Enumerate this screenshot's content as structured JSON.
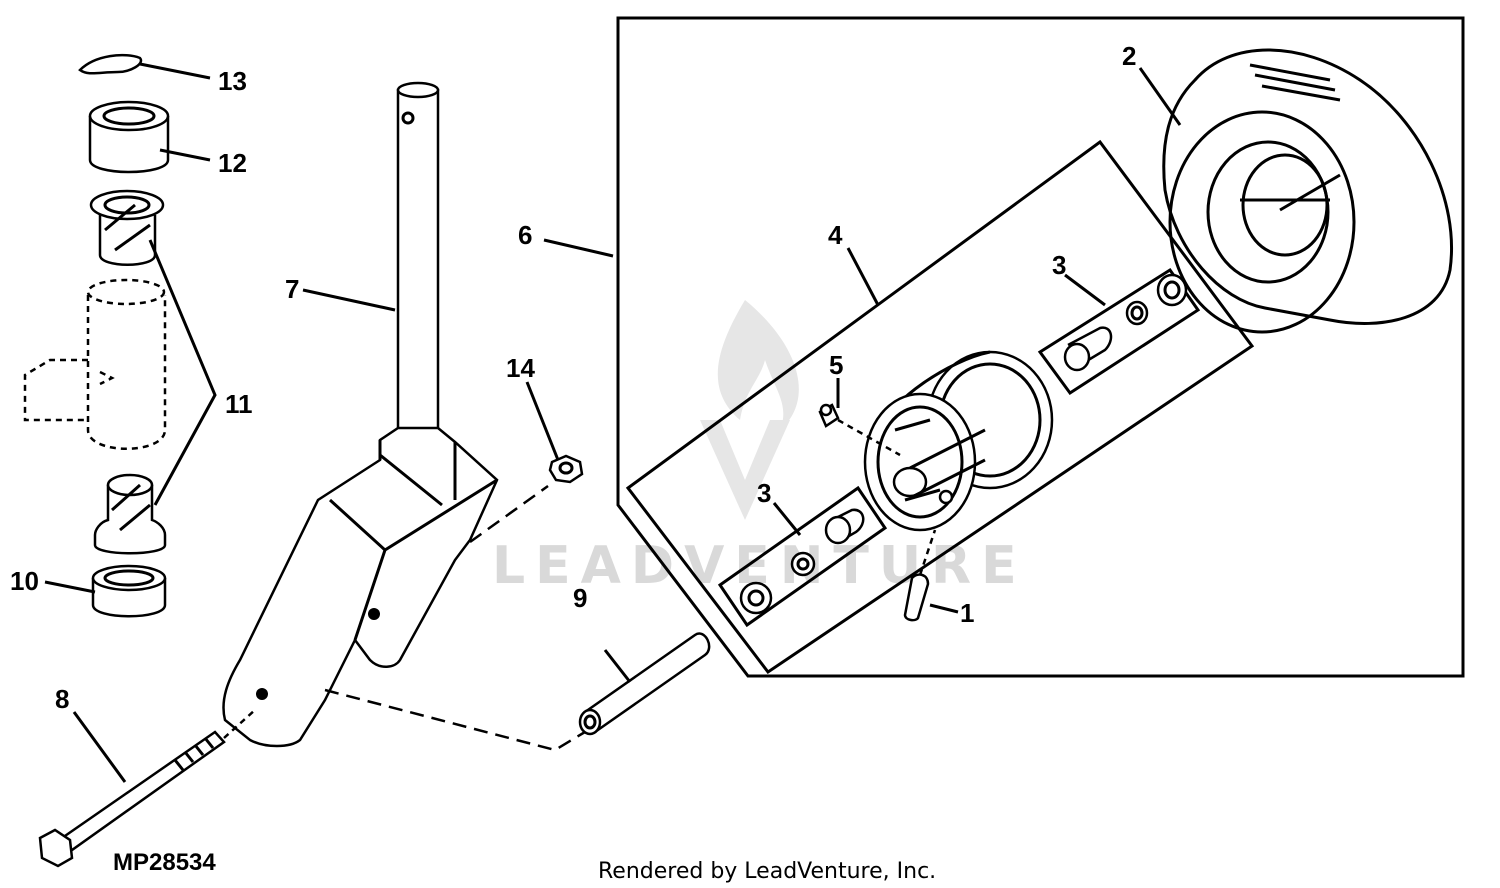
{
  "diagram": {
    "callouts": {
      "c1": "1",
      "c2": "2",
      "c3a": "3",
      "c3b": "3",
      "c4": "4",
      "c5": "5",
      "c6": "6",
      "c7": "7",
      "c8": "8",
      "c9": "9",
      "c10": "10",
      "c11": "11",
      "c12": "12",
      "c13": "13",
      "c14": "14"
    },
    "drawing_code": "MP28534",
    "credit": "Rendered by LeadVenture, Inc.",
    "watermark": "LEADVENTURE"
  }
}
